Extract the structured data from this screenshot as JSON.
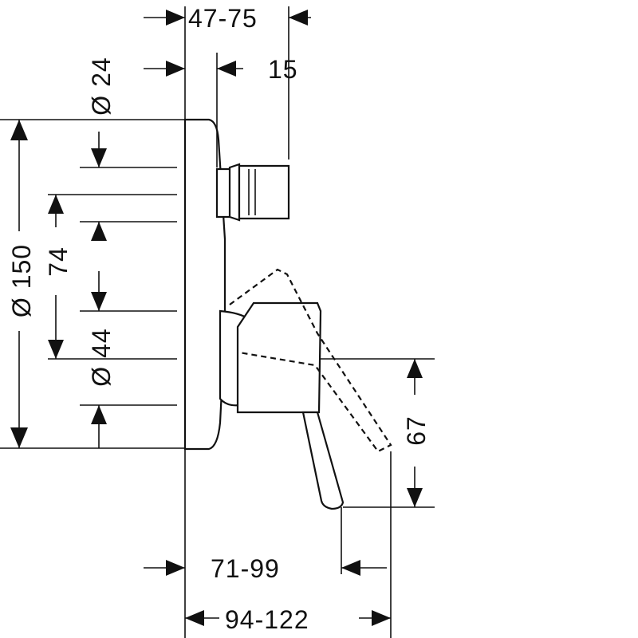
{
  "dimensions": {
    "d47_75": "47-75",
    "d15": "15",
    "d24": "Ø 24",
    "d150": "Ø 150",
    "d74": "74",
    "d44": "Ø 44",
    "d67": "67",
    "d71_99": "71-99",
    "d94_122": "94-122"
  }
}
